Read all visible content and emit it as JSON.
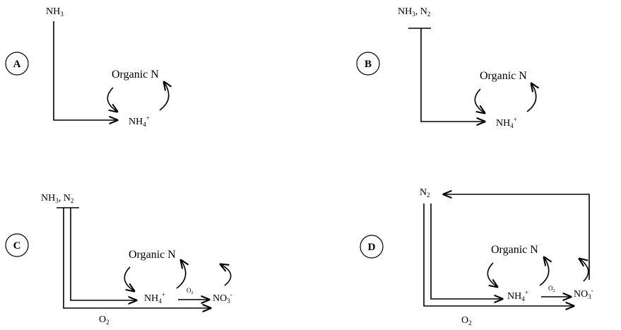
{
  "panels": {
    "A": {
      "letter": "A",
      "source": {
        "main": "NH",
        "sub": "3"
      },
      "organic": "Organic N",
      "ammonium": {
        "main": "NH",
        "sub": "4",
        "sup": "+"
      }
    },
    "B": {
      "letter": "B",
      "source": {
        "main1": "NH",
        "sub1": "3",
        "sep": ", N",
        "sub2": "2"
      },
      "organic": "Organic N",
      "ammonium": {
        "main": "NH",
        "sub": "4",
        "sup": "+"
      }
    },
    "C": {
      "letter": "C",
      "source": {
        "main1": "NH",
        "sub1": "3",
        "sep": ", N",
        "sub2": "2"
      },
      "organic": "Organic N",
      "ammonium": {
        "main": "NH",
        "sub": "4",
        "sup": "+"
      },
      "oxygen_small": {
        "main": "O",
        "sub": "2"
      },
      "nitrate": {
        "main": "NO",
        "sub": "3",
        "sup": "-"
      },
      "oxygen_bottom": {
        "main": "O",
        "sub": "2"
      }
    },
    "D": {
      "letter": "D",
      "source": {
        "main": "N",
        "sub": "2"
      },
      "organic": "Organic N",
      "ammonium": {
        "main": "NH",
        "sub": "4",
        "sup": "+"
      },
      "oxygen_small": {
        "main": "O",
        "sub": "2"
      },
      "nitrate": {
        "main": "NO",
        "sub": "3",
        "sup": "-"
      },
      "oxygen_bottom": {
        "main": "O",
        "sub": "2"
      }
    }
  }
}
